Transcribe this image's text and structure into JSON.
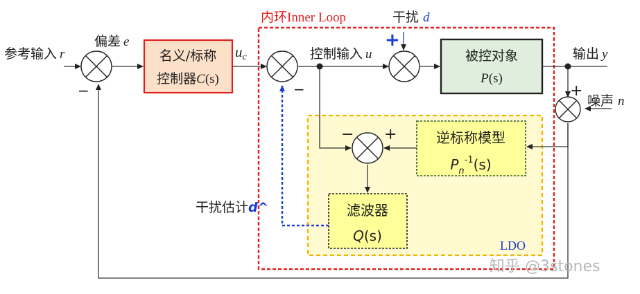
{
  "colors": {
    "controller_fill": "#fde0c8",
    "controller_border": "#e02020",
    "plant_fill": "#dfeedd",
    "plant_border": "#222222",
    "inner_loop_border": "#e02020",
    "ldo_fill": "#fffad0",
    "ldo_border": "#f0b400",
    "yellow_block_fill": "#ffff99",
    "estimate_line": "#1a3cd6",
    "label_blue": "#1a3cd6",
    "label_red": "#e02020"
  },
  "labels": {
    "reference": "参考输入",
    "reference_sym": "r",
    "error": "偏差",
    "error_sym": "e",
    "uc_base": "u",
    "uc_sub": "c",
    "inner_loop": "内环Inner Loop",
    "control_input": "控制输入",
    "control_input_sym": "u",
    "disturbance": "干扰",
    "disturbance_sym": "d",
    "output": "输出",
    "output_sym": "y",
    "noise": "噪声",
    "noise_sym": "n",
    "disturbance_estimate": "干扰估计",
    "disturbance_estimate_sym": "d^",
    "ldo": "LDO",
    "watermark": "知乎 @3stones"
  },
  "signs": {
    "s1_bottom": "−",
    "s2_bottom": "−",
    "s3_top": "+",
    "s4_top": "+",
    "s5_left": "−",
    "s5_right": "+"
  },
  "blocks": {
    "controller": {
      "line1": "名义/标称",
      "line2_prefix": "控制器",
      "func": "C",
      "arg": "(s)"
    },
    "plant": {
      "line1": "被控对象",
      "func": "P",
      "arg": "(s)"
    },
    "inverse_model": {
      "line1": "逆标称模型",
      "func": "P",
      "sub": "n",
      "sup": "-1",
      "arg": "(s)"
    },
    "filter": {
      "line1": "滤波器",
      "func": "Q",
      "arg": "(s)"
    }
  }
}
